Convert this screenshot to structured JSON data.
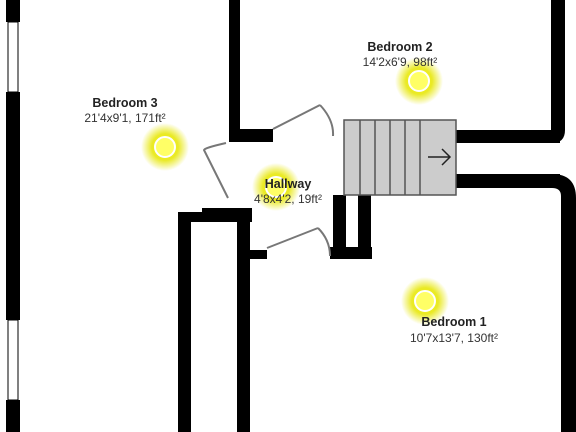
{
  "floorplan": {
    "rooms": [
      {
        "id": "bedroom-3",
        "name": "Bedroom 3",
        "dimensions": "21'4x9'1, 171ft²"
      },
      {
        "id": "bedroom-2",
        "name": "Bedroom 2",
        "dimensions": "14'2x6'9, 98ft²"
      },
      {
        "id": "hallway",
        "name": "Hallway",
        "dimensions": "4'8x4'2, 19ft²"
      },
      {
        "id": "bedroom-1",
        "name": "Bedroom 1",
        "dimensions": "10'7x13'7, 130ft²"
      }
    ],
    "icons": {
      "light": "ceiling-light-icon",
      "stairs": "stairs-icon",
      "arrow": "stairs-arrow-icon"
    },
    "colors": {
      "wall": "#000000",
      "light_glow": "#f2f200",
      "light_core": "#ffff66",
      "stairs_fill": "#cccccc",
      "stairs_line": "#555555",
      "door_line": "#777777",
      "background": "#ffffff"
    }
  }
}
